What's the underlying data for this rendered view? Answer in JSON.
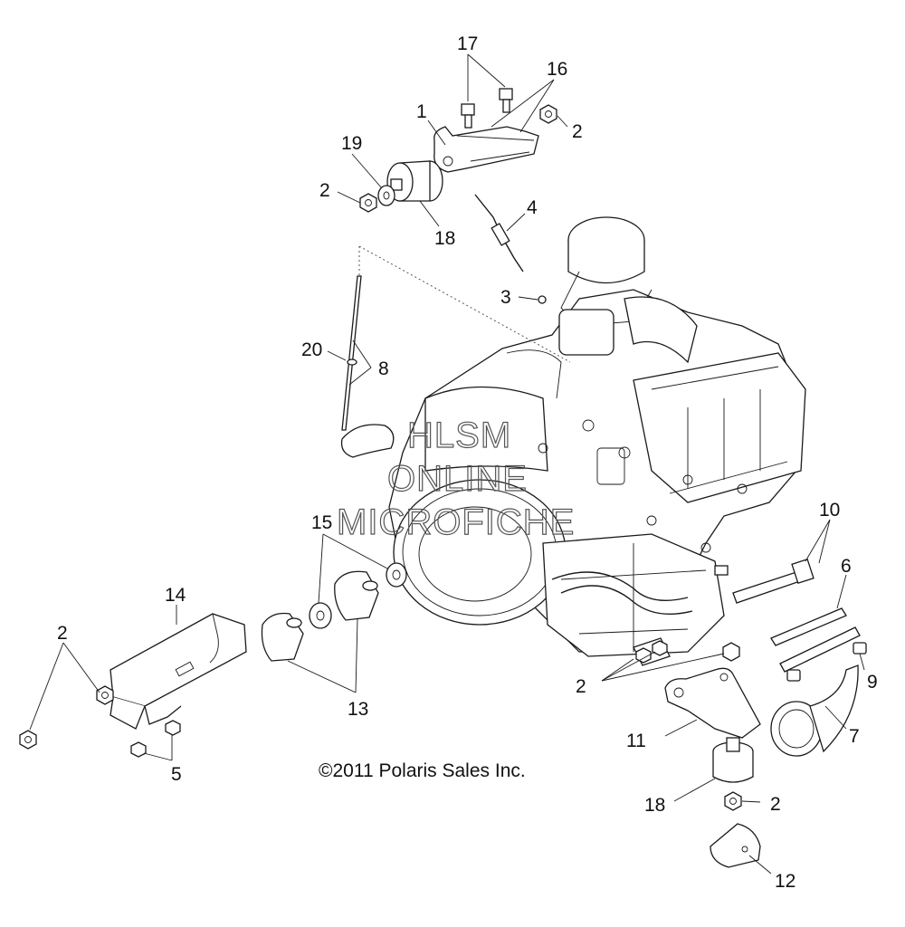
{
  "diagram": {
    "callouts": [
      {
        "id": "c17",
        "text": "17"
      },
      {
        "id": "c16",
        "text": "16"
      },
      {
        "id": "c1",
        "text": "1"
      },
      {
        "id": "c2a",
        "text": "2"
      },
      {
        "id": "c19",
        "text": "19"
      },
      {
        "id": "c2b",
        "text": "2"
      },
      {
        "id": "c18a",
        "text": "18"
      },
      {
        "id": "c4",
        "text": "4"
      },
      {
        "id": "c3",
        "text": "3"
      },
      {
        "id": "c20",
        "text": "20"
      },
      {
        "id": "c8",
        "text": "8"
      },
      {
        "id": "c10",
        "text": "10"
      },
      {
        "id": "c6",
        "text": "6"
      },
      {
        "id": "c15",
        "text": "15"
      },
      {
        "id": "c14",
        "text": "14"
      },
      {
        "id": "c2c",
        "text": "2"
      },
      {
        "id": "c13",
        "text": "13"
      },
      {
        "id": "c5",
        "text": "5"
      },
      {
        "id": "c2d",
        "text": "2"
      },
      {
        "id": "c9",
        "text": "9"
      },
      {
        "id": "c11",
        "text": "11"
      },
      {
        "id": "c7",
        "text": "7"
      },
      {
        "id": "c18b",
        "text": "18"
      },
      {
        "id": "c2e",
        "text": "2"
      },
      {
        "id": "c12",
        "text": "12"
      }
    ],
    "copyright": "©2011 Polaris Sales Inc.",
    "watermark": {
      "line1": "HLSM",
      "line2": "ONLINE",
      "line3": "MICROFICHE"
    }
  }
}
